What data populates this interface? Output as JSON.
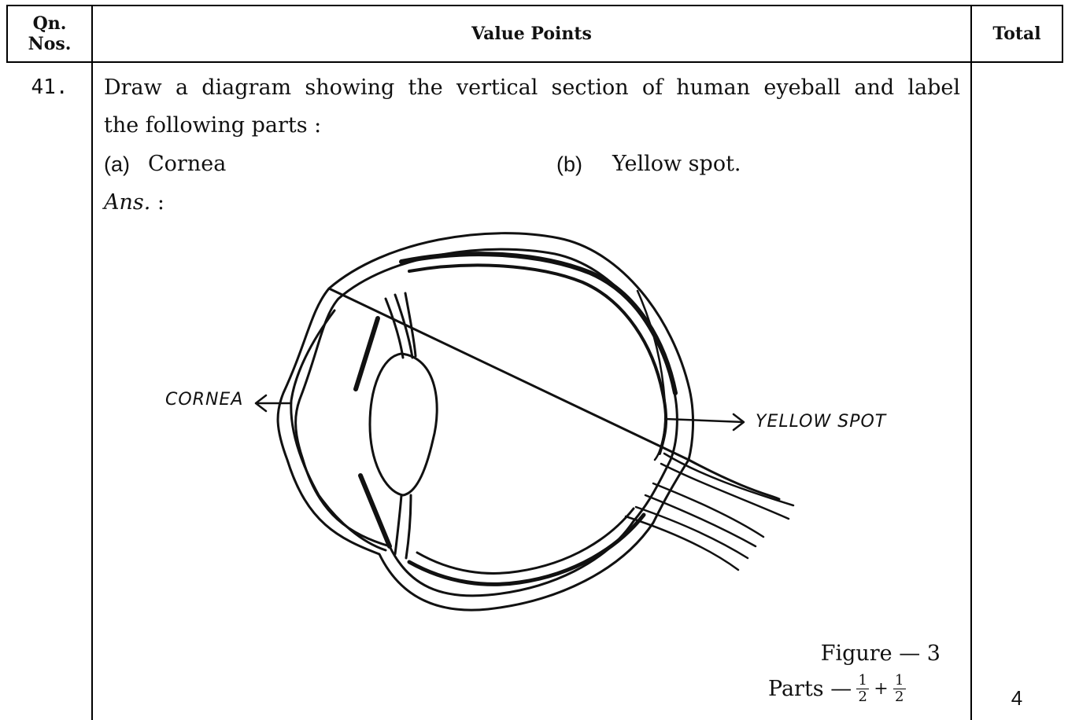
{
  "header": {
    "qn_nos_line1": "Qn.",
    "qn_nos_line2": "Nos.",
    "value_points": "Value Points",
    "total": "Total"
  },
  "question": {
    "number": "41.",
    "line1": "Draw a diagram showing the vertical section of human eyeball and label",
    "line2": "the following parts :",
    "option_a_marker": "(a)",
    "option_a_text": "Cornea",
    "option_b_marker": "(b)",
    "option_b_text": "Yellow spot.",
    "answer_label": "Ans.",
    "answer_colon": " :"
  },
  "diagram": {
    "label_cornea": "CORNEA",
    "label_yellow_spot": "YELLOW SPOT"
  },
  "marks": {
    "figure_caption": "Figure — 3",
    "parts_label": "Parts —",
    "frac_num": "1",
    "frac_den": "2",
    "plus": "+",
    "total_value": "4"
  }
}
